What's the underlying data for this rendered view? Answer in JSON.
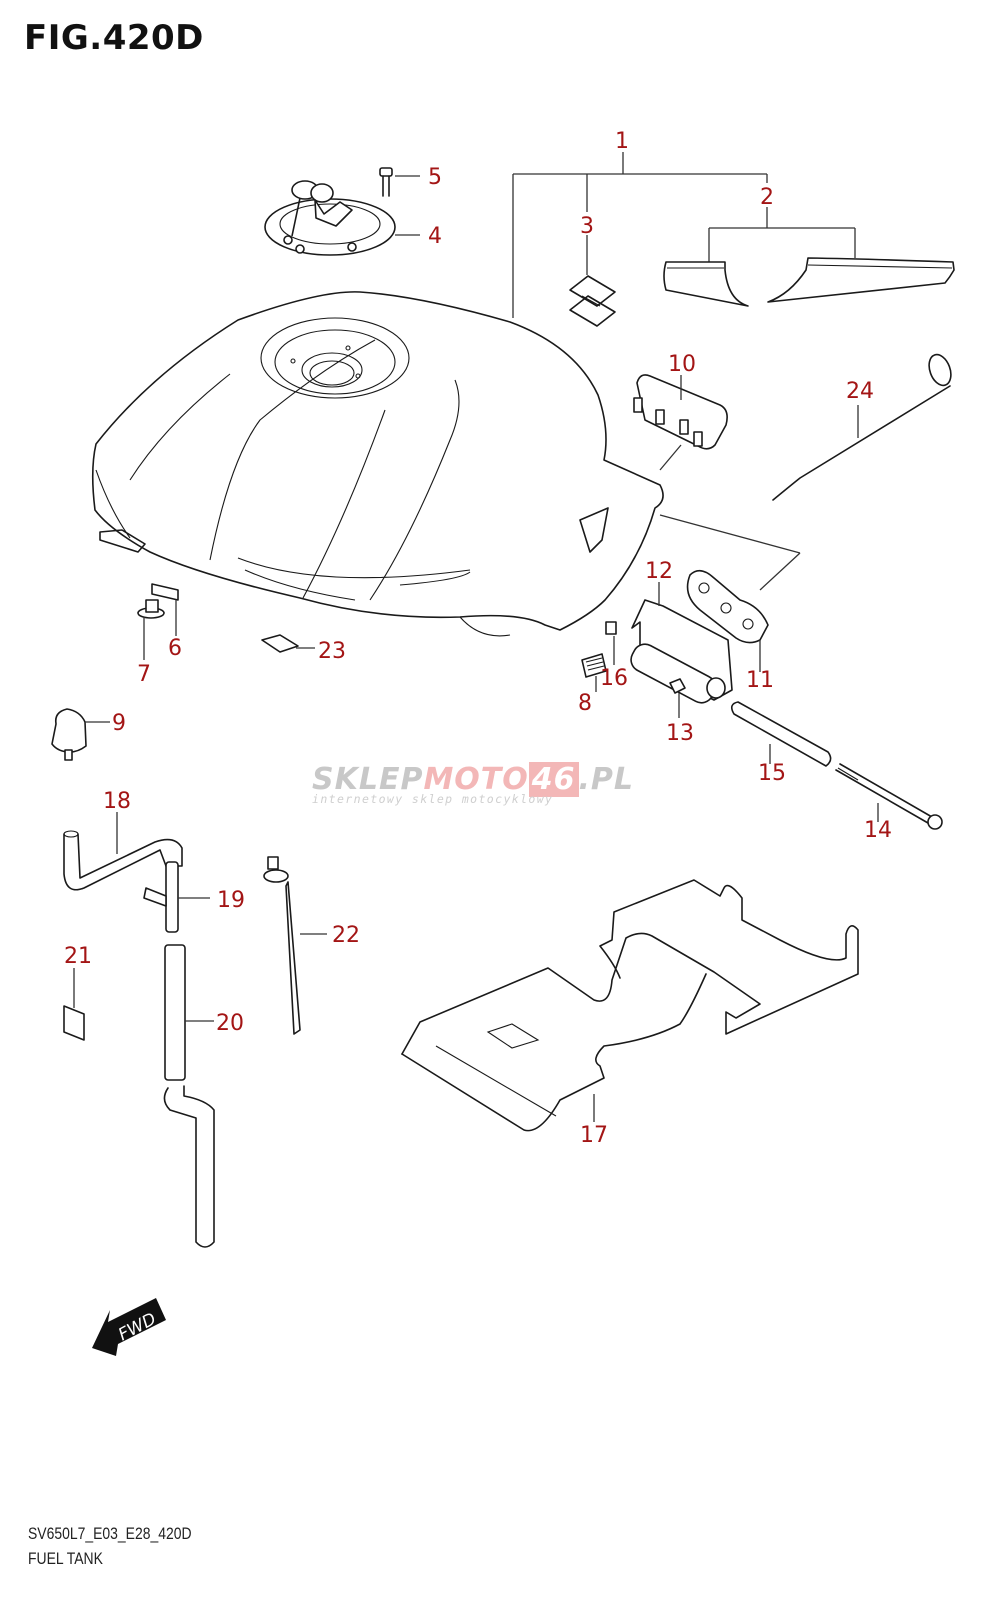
{
  "figure": {
    "title": "FIG.420D",
    "model_code": "SV650L7_E03_E28_420D",
    "name": "FUEL TANK"
  },
  "colors": {
    "callout": "#a31515",
    "line": "#1a1a1a",
    "watermark_gray": "#c8c8c8",
    "watermark_red": "#f3b7b7"
  },
  "watermark": {
    "part1": "SKLEP",
    "part2": "MOTO",
    "part3": "46",
    "part4": ".PL",
    "subtitle": "internetowy sklep motocyklowy"
  },
  "fwd_marker": {
    "label": "FWD",
    "icon": "arrow-forward-icon"
  },
  "callouts": [
    {
      "num": "1",
      "part": "fuel-tank-assembly"
    },
    {
      "num": "2",
      "part": "tank-side-cover-pair"
    },
    {
      "num": "3",
      "part": "emblem"
    },
    {
      "num": "4",
      "part": "fuel-cap-with-keys"
    },
    {
      "num": "5",
      "part": "cap-bolt"
    },
    {
      "num": "6",
      "part": "cushion"
    },
    {
      "num": "7",
      "part": "tank-mount-collar"
    },
    {
      "num": "8",
      "part": "label-plate"
    },
    {
      "num": "9",
      "part": "cushion-rubber"
    },
    {
      "num": "10",
      "part": "front-bracket"
    },
    {
      "num": "11",
      "part": "hinge-bracket"
    },
    {
      "num": "12",
      "part": "rear-hinge"
    },
    {
      "num": "13",
      "part": "nut"
    },
    {
      "num": "14",
      "part": "hinge-bolt"
    },
    {
      "num": "15",
      "part": "spacer-tube"
    },
    {
      "num": "16",
      "part": "clip-nut"
    },
    {
      "num": "17",
      "part": "heat-shield-plate"
    },
    {
      "num": "18",
      "part": "breather-hose"
    },
    {
      "num": "19",
      "part": "three-way-joint"
    },
    {
      "num": "20",
      "part": "drain-hose"
    },
    {
      "num": "21",
      "part": "pad"
    },
    {
      "num": "22",
      "part": "clamp-tie"
    },
    {
      "num": "23",
      "part": "caution-label"
    },
    {
      "num": "24",
      "part": "support-rod"
    }
  ]
}
